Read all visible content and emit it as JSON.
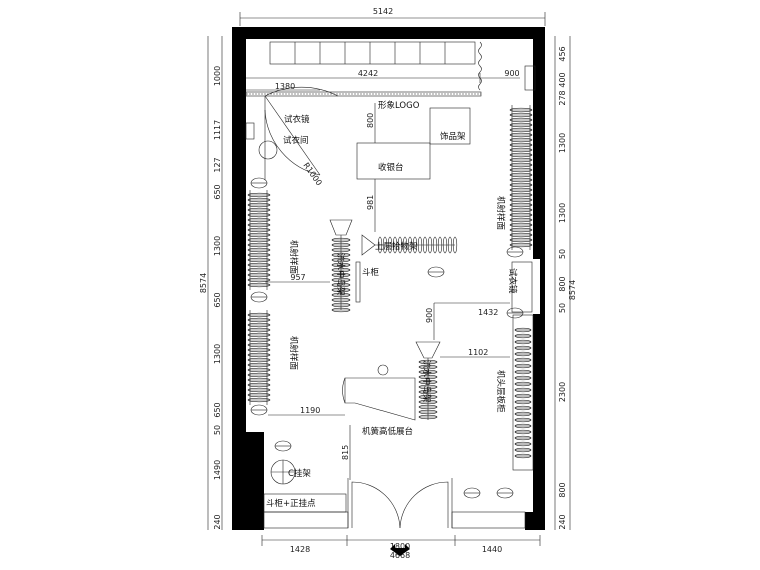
{
  "dims": {
    "top_total": "5142",
    "top_inner": "4242",
    "top_left": "1380",
    "top_right": "900",
    "bottom_total": "4668",
    "bottom_left": "1428",
    "bottom_mid": "1800",
    "bottom_right": "1440",
    "left_total": "8574",
    "left_segments": [
      "1000",
      "1117",
      "127",
      "650",
      "1300",
      "650",
      "1300",
      "650",
      "50",
      "1490",
      "240"
    ],
    "right_total": "8574",
    "right_segments": [
      "456",
      "400",
      "278",
      "1300",
      "1300",
      "50",
      "800",
      "50",
      "2300",
      "800",
      "240"
    ],
    "inner": {
      "d800": "800",
      "d981": "981",
      "d957": "957",
      "d900": "900",
      "d1432": "1432",
      "d1102": "1102",
      "d1190": "1190",
      "d815": "815",
      "r1000": "R1000"
    }
  },
  "labels": {
    "logo": "形象LOGO",
    "mirror_top": "试衣镜",
    "fitting_room": "试衣间",
    "display_shelf": "饰品架",
    "cashier": "收银台",
    "island_counter": "斗柜",
    "left_upper_wall": "机射样面",
    "left_lower_wall": "机射样面",
    "right_upper_wall": "机射样面",
    "right_mirror": "试衣镜",
    "right_lower": "机头层板柜",
    "center_rack_1": "上层拾物架",
    "center_rack_2": "流水中岛架",
    "center_rack_3": "流水中岛架",
    "low_display": "机簧高低展台",
    "hang_rack": "C挂架",
    "cabinet_front": "斗柜+正挂点"
  }
}
